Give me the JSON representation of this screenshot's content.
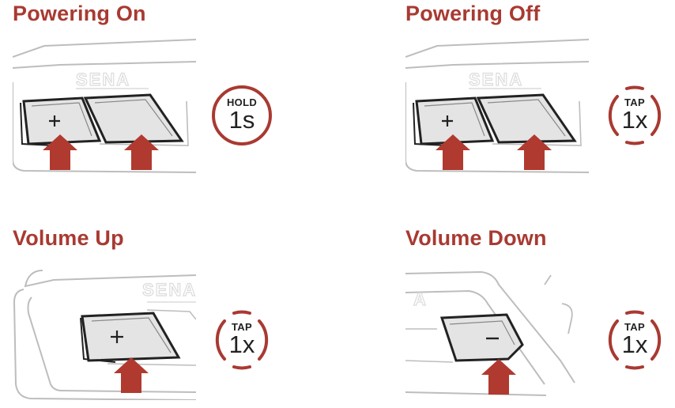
{
  "panels": [
    {
      "id": "power-on",
      "title": "Powering On",
      "badge": {
        "label": "HOLD",
        "value": "1s",
        "style": "solid"
      }
    },
    {
      "id": "power-off",
      "title": "Powering Off",
      "badge": {
        "label": "TAP",
        "value": "1x",
        "style": "dashed"
      }
    },
    {
      "id": "volume-up",
      "title": "Volume Up",
      "badge": {
        "label": "TAP",
        "value": "1x",
        "style": "dashed"
      }
    },
    {
      "id": "volume-down",
      "title": "Volume Down",
      "badge": {
        "label": "TAP",
        "value": "1x",
        "style": "dashed"
      }
    }
  ],
  "device": {
    "brand_front": "SENA",
    "brand_partial": "A"
  },
  "icons": {
    "plus": "plus-icon",
    "minus": "minus-icon",
    "arrow": "press-arrow-icon"
  },
  "colors": {
    "accent": "#a83a32",
    "arrow": "#b03a30",
    "outline": "#222222",
    "key_fill": "#e4e4e4",
    "device_line": "#b8b8b8"
  }
}
